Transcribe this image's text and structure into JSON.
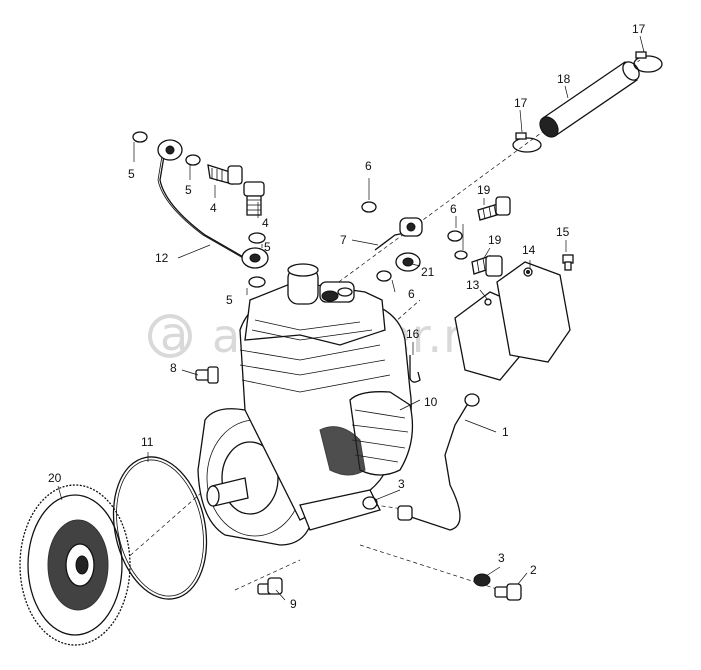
{
  "watermark": "autopiter.ru",
  "callouts": [
    "1",
    "2",
    "3",
    "3",
    "4",
    "4",
    "5",
    "5",
    "5",
    "5",
    "6",
    "6",
    "6",
    "7",
    "8",
    "9",
    "10",
    "11",
    "12",
    "13",
    "14",
    "15",
    "16",
    "17",
    "17",
    "18",
    "19",
    "19",
    "20",
    "21"
  ]
}
